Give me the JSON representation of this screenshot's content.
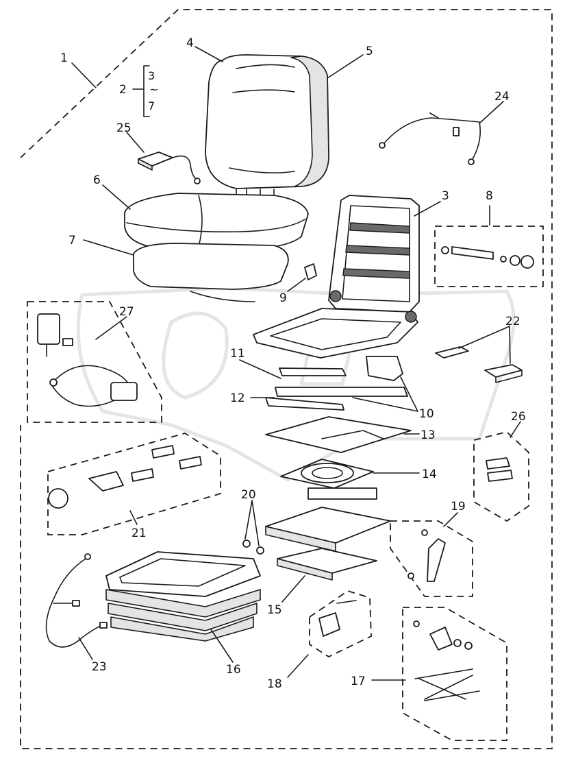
{
  "diagram": {
    "callouts": [
      {
        "id": "c1",
        "text": "1"
      },
      {
        "id": "c2",
        "text": "2"
      },
      {
        "id": "c2a",
        "text": "3"
      },
      {
        "id": "c2b",
        "text": "~"
      },
      {
        "id": "c2c",
        "text": "7"
      },
      {
        "id": "c3",
        "text": "3"
      },
      {
        "id": "c4",
        "text": "4"
      },
      {
        "id": "c5",
        "text": "5"
      },
      {
        "id": "c6",
        "text": "6"
      },
      {
        "id": "c7",
        "text": "7"
      },
      {
        "id": "c8",
        "text": "8"
      },
      {
        "id": "c9",
        "text": "9"
      },
      {
        "id": "c10",
        "text": "10"
      },
      {
        "id": "c11",
        "text": "11"
      },
      {
        "id": "c12",
        "text": "12"
      },
      {
        "id": "c13",
        "text": "13"
      },
      {
        "id": "c14",
        "text": "14"
      },
      {
        "id": "c15",
        "text": "15"
      },
      {
        "id": "c16",
        "text": "16"
      },
      {
        "id": "c17",
        "text": "17"
      },
      {
        "id": "c18",
        "text": "18"
      },
      {
        "id": "c19",
        "text": "19"
      },
      {
        "id": "c20",
        "text": "20"
      },
      {
        "id": "c21",
        "text": "21"
      },
      {
        "id": "c22",
        "text": "22"
      },
      {
        "id": "c23",
        "text": "23"
      },
      {
        "id": "c24",
        "text": "24"
      },
      {
        "id": "c25",
        "text": "25"
      },
      {
        "id": "c26",
        "text": "26"
      },
      {
        "id": "c27",
        "text": "27"
      }
    ],
    "watermark": "OPEX",
    "colors": {
      "line": "#1a1a1a",
      "watermark": "#cfcfcf",
      "background": "#ffffff"
    }
  }
}
